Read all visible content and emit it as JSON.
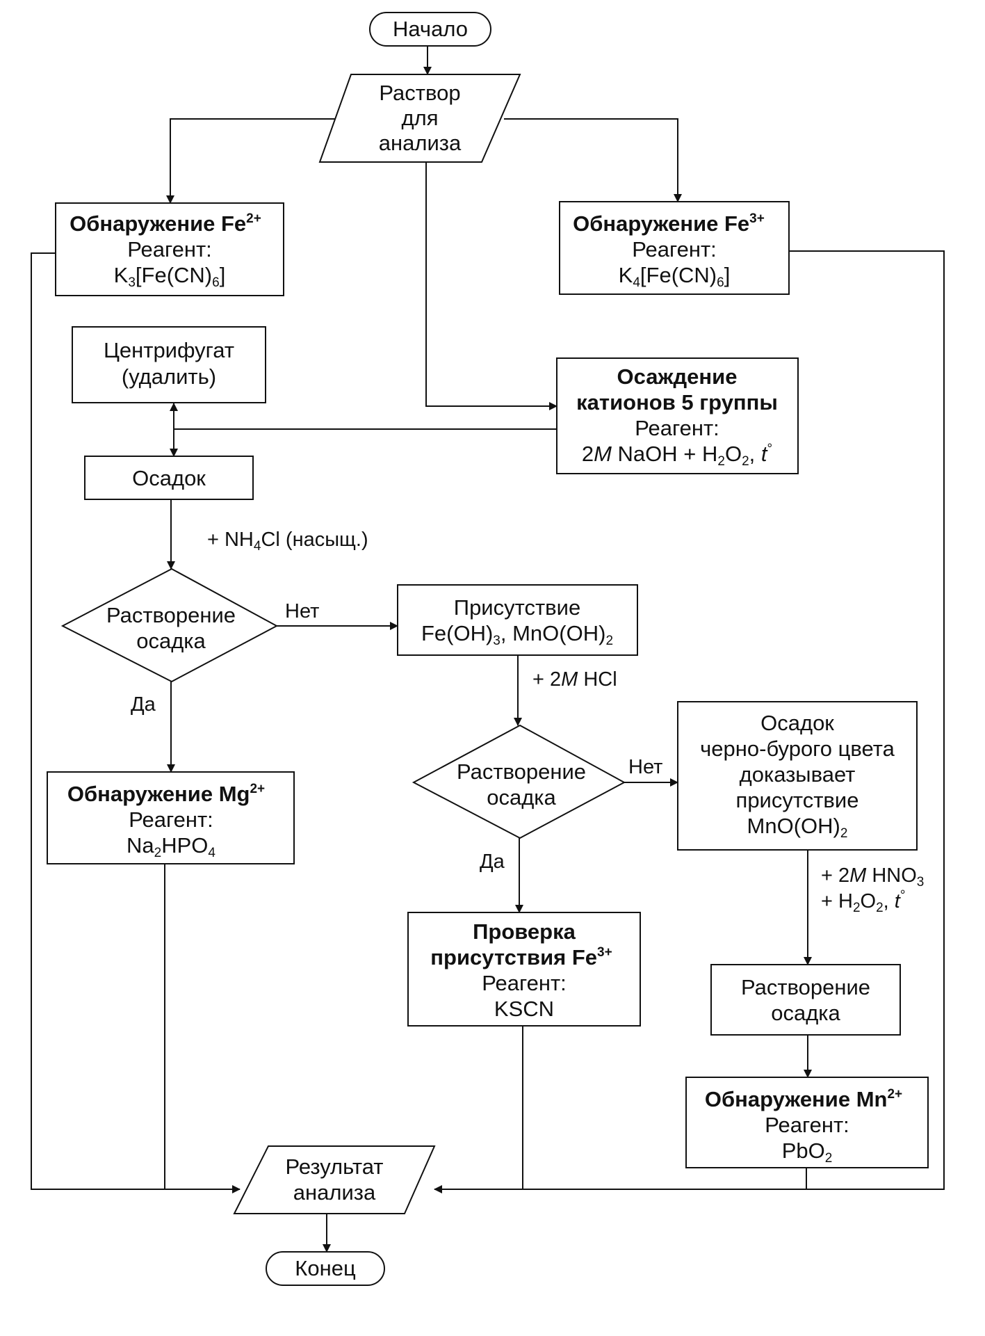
{
  "nodes": {
    "start": "Начало",
    "input": [
      "Раствор",
      "для",
      "анализа"
    ],
    "fe2": {
      "title": "Обнаружение Fe",
      "charge": "2+",
      "reagent_label": "Реагент:",
      "reagent": "K3[Fe(CN)6]"
    },
    "fe3": {
      "title": "Обнаружение Fe",
      "charge": "3+",
      "reagent_label": "Реагент:",
      "reagent": "K4[Fe(CN)6]"
    },
    "centrifugate": [
      "Центрифугат",
      "(удалить)"
    ],
    "precip5": {
      "line1": "Осаждение",
      "line2": "катионов 5 группы",
      "reagent_label": "Реагент:",
      "reagent": "2M NaOH + H2O2, t°"
    },
    "sediment": "Осадок",
    "decision1": [
      "Растворение",
      "осадка"
    ],
    "presence": [
      "Присутствие",
      "Fe(OH)3, MnO(OH)2"
    ],
    "mg": {
      "title": "Обнаружение Mg",
      "charge": "2+",
      "reagent_label": "Реагент:",
      "reagent": "Na2HPO4"
    },
    "decision2": [
      "Растворение",
      "осадка"
    ],
    "brown": [
      "Осадок",
      "черно-бурого цвета",
      "доказывает",
      "присутствие",
      "MnO(OH)2"
    ],
    "check_fe3": {
      "line1": "Проверка",
      "line2": "присутствия Fe",
      "charge": "3+",
      "reagent_label": "Реагент:",
      "reagent": "KSCN"
    },
    "dissolve": [
      "Растворение",
      "осадка"
    ],
    "mn": {
      "title": "Обнаружение Mn",
      "charge": "2+",
      "reagent_label": "Реагент:",
      "reagent": "PbO2"
    },
    "result": [
      "Результат",
      "анализа"
    ],
    "end": "Конец"
  },
  "edge_labels": {
    "nh4cl": "+ NH4Cl (насыщ.)",
    "no1": "Нет",
    "yes1": "Да",
    "hcl": "+ 2M HCl",
    "no2": "Нет",
    "yes2": "Да",
    "hno3_line1": "+ 2M HNO3",
    "hno3_line2": "+ H2O2, t°"
  }
}
